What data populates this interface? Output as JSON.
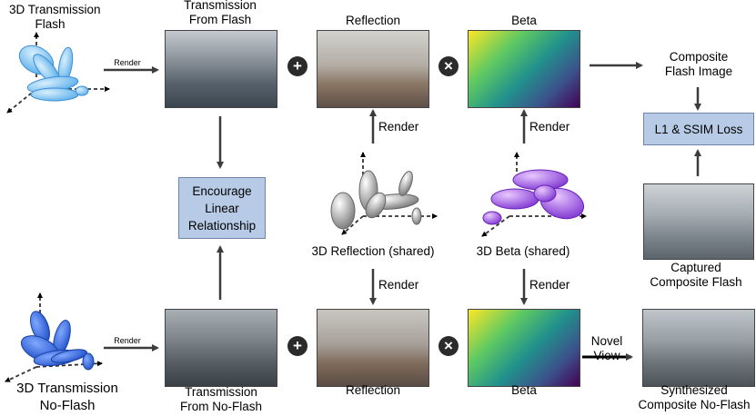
{
  "labels": {
    "trans_flash_3d_line1": "3D Transmission",
    "trans_flash_3d_line2": "Flash",
    "trans_noflash_3d_line1": "3D Transmission",
    "trans_noflash_3d_line2": "No-Flash",
    "render_small_top": "Render",
    "render_small_bottom": "Render",
    "trans_from_flash_line1": "Transmission",
    "trans_from_flash_line2": "From Flash",
    "reflection_top": "Reflection",
    "beta_top": "Beta",
    "composite_flash_line1": "Composite",
    "composite_flash_line2": "Flash Image",
    "loss_box": "L1 & SSIM Loss",
    "encourage_line1": "Encourage",
    "encourage_line2": "Linear",
    "encourage_line3": "Relationship",
    "render_refl_up": "Render",
    "render_beta_up": "Render",
    "reflection_3d": "3D Reflection (shared)",
    "beta_3d": "3D Beta (shared)",
    "render_refl_down": "Render",
    "render_beta_down": "Render",
    "captured_line1": "Captured",
    "captured_line2": "Composite Flash",
    "novel_line1": "Novel",
    "novel_line2": "View",
    "trans_from_noflash_line1": "Transmission",
    "trans_from_noflash_line2": "From No-Flash",
    "reflection_bottom": "Reflection",
    "beta_bottom": "Beta",
    "synth_line1": "Synthesized",
    "synth_line2": "Composite No-Flash"
  },
  "operators": {
    "plus": "+",
    "times": "×"
  },
  "colors": {
    "box_fill": "#b8cbe6",
    "flash_ellipse": "#8ccaf2",
    "noflash_ellipse": "#3f74e0",
    "reflection_ellipse": "#a6a6a6",
    "beta_ellipse": "#a55ae8",
    "arrow": "#3c3c3c",
    "viridis": [
      "#fde725",
      "#5ec962",
      "#21918c",
      "#3b528b",
      "#440154"
    ]
  },
  "icons": {
    "plus": "plus-circle-icon",
    "times": "times-circle-icon"
  }
}
